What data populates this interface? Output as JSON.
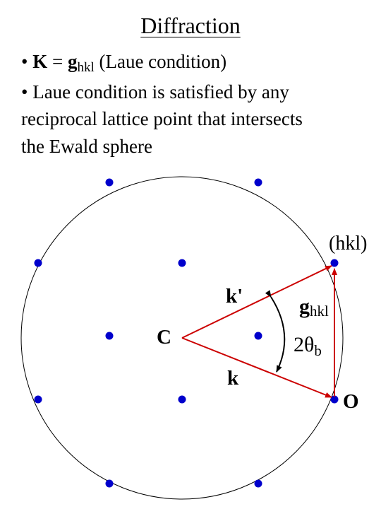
{
  "title": "Diffraction",
  "bullets": {
    "line1": {
      "prefix": "• ",
      "K": "K",
      "eq": " = ",
      "g": "g",
      "g_sub": "hkl",
      "rest": " (Laue condition)"
    },
    "line2": "• Laue condition is satisfied by any",
    "line3": "reciprocal lattice point that intersects",
    "line4": "the Ewald sphere"
  },
  "labels": {
    "hkl": "(hkl)",
    "k_prime": "k'",
    "g": "g",
    "g_sub": "hkl",
    "two_theta": "2θ",
    "two_theta_sub": "b",
    "center": "C",
    "k": "k",
    "origin": "O"
  },
  "colors": {
    "lattice_point": "#0000cc",
    "wave_vector": "#cc0000",
    "circle": "#000000"
  }
}
